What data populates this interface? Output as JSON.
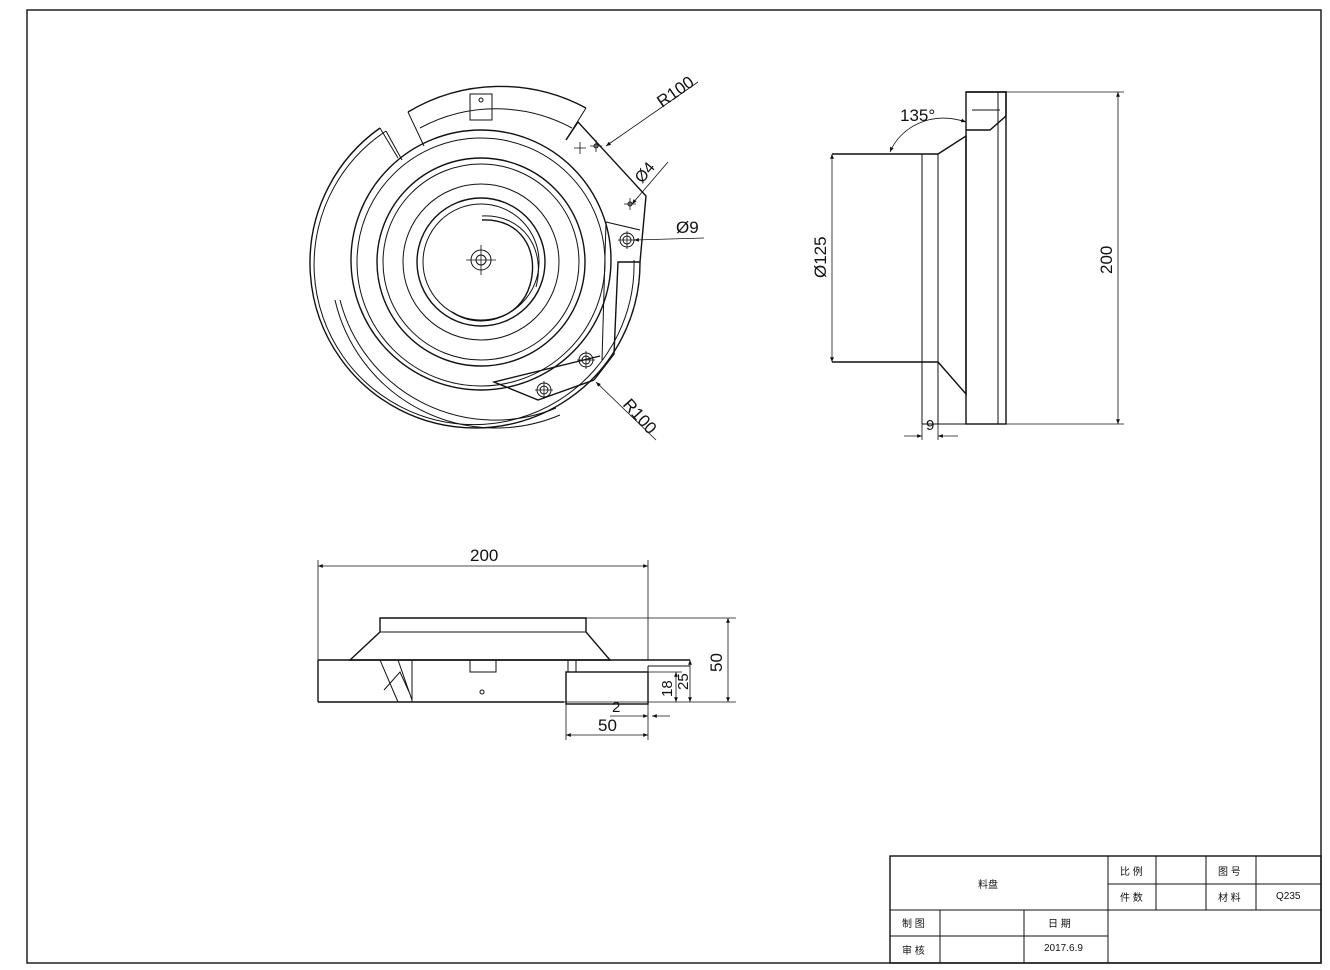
{
  "title_block": {
    "part_name": "料盘",
    "scale_label": "比 例",
    "scale_value": "",
    "quantity_label": "件 数",
    "quantity_value": "",
    "drawing_no_label": "图 号",
    "drawing_no_value": "",
    "material_label": "材 料",
    "material_value": "Q235",
    "drawn_label": "制 图",
    "drawn_value": "",
    "checked_label": "审 核",
    "checked_value": "",
    "date_label": "日 期",
    "date_value": "2017.6.9"
  },
  "dimensions": {
    "top_view": {
      "outer_radius_1": "R100",
      "outer_radius_2": "R100",
      "small_hole": "Ø4",
      "large_hole": "Ø9"
    },
    "side_view": {
      "chamfer_angle": "135°",
      "bowl_diameter": "Ø125",
      "overall_height": "200",
      "plate_thickness": "9"
    },
    "front_view": {
      "overall_width": "200",
      "overall_height": "50",
      "bracket_width": "50",
      "gap": "2",
      "step_1": "18",
      "step_2": "25"
    }
  }
}
